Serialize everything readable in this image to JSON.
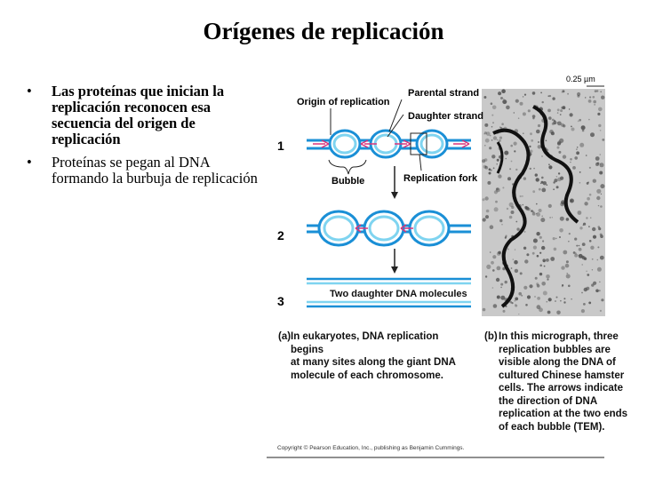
{
  "title": "Orígenes de replicación",
  "bullets": [
    {
      "marker": "•",
      "text": "Las proteínas que inician la replicación reconocen esa secuencia del origen de replicación",
      "bold": true
    },
    {
      "marker": "•",
      "text": "Proteínas se pegan al DNA formando la burbuja de replicación",
      "bold": false
    }
  ],
  "figure": {
    "labels": {
      "origin": "Origin of replication",
      "parental": "Parental strand",
      "daughter": "Daughter strand",
      "bubble": "Bubble",
      "fork": "Replication fork",
      "molecules": "Two daughter DNA molecules",
      "scale": "0.25 µm"
    },
    "steps": [
      "1",
      "2",
      "3"
    ],
    "caption_a": {
      "label": "(a)",
      "lines": [
        "In eukaryotes, DNA replication begins",
        "at many sites along the giant DNA",
        "molecule of each chromosome."
      ]
    },
    "caption_b": {
      "label": "(b)",
      "lines": [
        "In this micrograph, three",
        "replication bubbles are",
        "visible along the DNA of",
        "cultured Chinese hamster",
        "cells. The arrows indicate",
        "the direction of DNA",
        "replication at the two ends",
        "of each bubble (TEM)."
      ]
    },
    "copyright": "Copyright © Pearson Education, Inc., publishing as Benjamin Cummings.",
    "colors": {
      "parental": "#1a8fd6",
      "daughter": "#7fd4f0",
      "arrow": "#d9337a",
      "dark": "#222222"
    }
  }
}
